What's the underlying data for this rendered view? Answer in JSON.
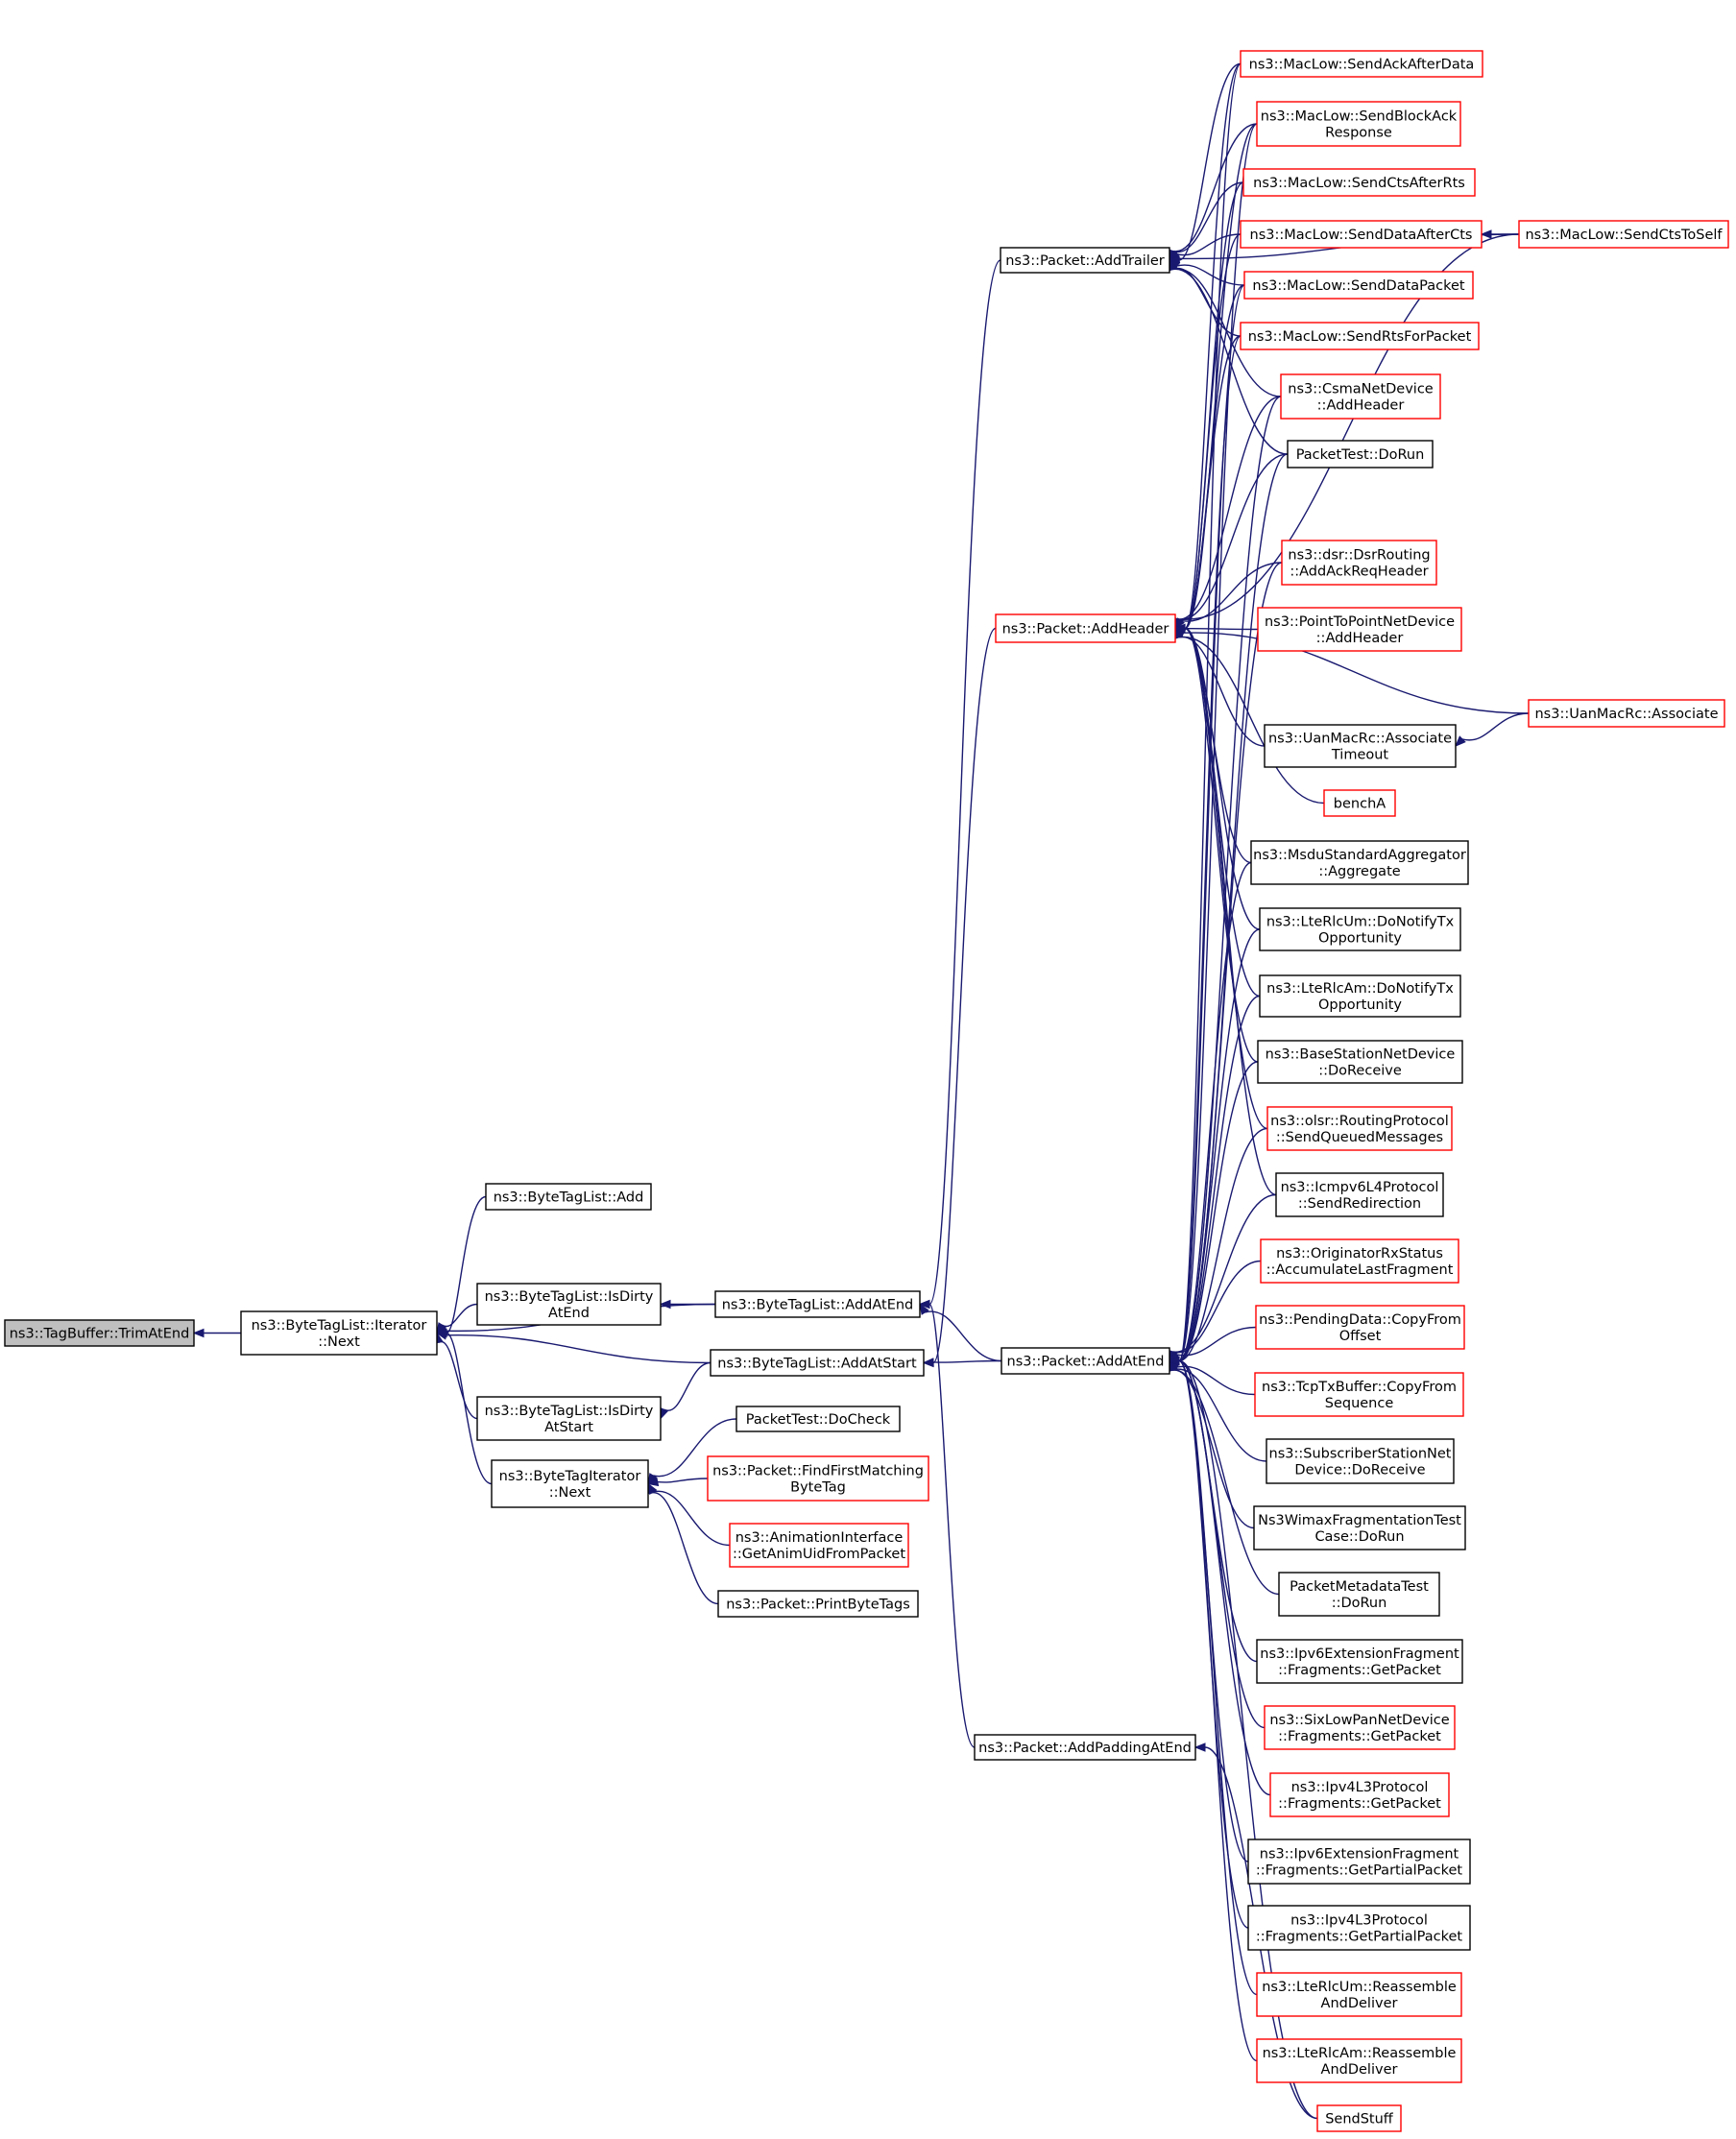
{
  "colors": {
    "edge": "#191970",
    "node_border_black": "#000000",
    "node_border_red": "#ff0000",
    "root_fill": "#bfbfbf"
  },
  "nodes": [
    {
      "id": "tagbuffer_trimatend",
      "lines": [
        "ns3::TagBuffer::TrimAtEnd"
      ],
      "border": "black",
      "root": true
    },
    {
      "id": "bytetaglist_iterator_next",
      "lines": [
        "ns3::ByteTagList::Iterator",
        "::Next"
      ],
      "border": "black"
    },
    {
      "id": "bytetaglist_add",
      "lines": [
        "ns3::ByteTagList::Add"
      ],
      "border": "black"
    },
    {
      "id": "bytetaglist_isdirtyatend",
      "lines": [
        "ns3::ByteTagList::IsDirty",
        "AtEnd"
      ],
      "border": "black"
    },
    {
      "id": "bytetaglist_isdirtyatstart",
      "lines": [
        "ns3::ByteTagList::IsDirty",
        "AtStart"
      ],
      "border": "black"
    },
    {
      "id": "bytetagiterator_next",
      "lines": [
        "ns3::ByteTagIterator",
        "::Next"
      ],
      "border": "black"
    },
    {
      "id": "bytetaglist_addatend",
      "lines": [
        "ns3::ByteTagList::AddAtEnd"
      ],
      "border": "black"
    },
    {
      "id": "bytetaglist_addatstart",
      "lines": [
        "ns3::ByteTagList::AddAtStart"
      ],
      "border": "black"
    },
    {
      "id": "packettest_docheck",
      "lines": [
        "PacketTest::DoCheck"
      ],
      "border": "black"
    },
    {
      "id": "packet_findfirstmatchingbytetag",
      "lines": [
        "ns3::Packet::FindFirstMatching",
        "ByteTag"
      ],
      "border": "red"
    },
    {
      "id": "animationinterface_getanimuid",
      "lines": [
        "ns3::AnimationInterface",
        "::GetAnimUidFromPacket"
      ],
      "border": "red"
    },
    {
      "id": "packet_printbytetags",
      "lines": [
        "ns3::Packet::PrintByteTags"
      ],
      "border": "black"
    },
    {
      "id": "packet_addtrailer",
      "lines": [
        "ns3::Packet::AddTrailer"
      ],
      "border": "black"
    },
    {
      "id": "packet_addheader",
      "lines": [
        "ns3::Packet::AddHeader"
      ],
      "border": "red"
    },
    {
      "id": "packet_addatend",
      "lines": [
        "ns3::Packet::AddAtEnd"
      ],
      "border": "black"
    },
    {
      "id": "packet_addpaddingatend",
      "lines": [
        "ns3::Packet::AddPaddingAtEnd"
      ],
      "border": "black"
    },
    {
      "id": "maclow_sendackafterdata",
      "lines": [
        "ns3::MacLow::SendAckAfterData"
      ],
      "border": "red"
    },
    {
      "id": "maclow_sendblockackresponse",
      "lines": [
        "ns3::MacLow::SendBlockAck",
        "Response"
      ],
      "border": "red"
    },
    {
      "id": "maclow_sendctsafterrts",
      "lines": [
        "ns3::MacLow::SendCtsAfterRts"
      ],
      "border": "red"
    },
    {
      "id": "maclow_senddataaftercts",
      "lines": [
        "ns3::MacLow::SendDataAfterCts"
      ],
      "border": "red"
    },
    {
      "id": "maclow_senddatapacket",
      "lines": [
        "ns3::MacLow::SendDataPacket"
      ],
      "border": "red"
    },
    {
      "id": "maclow_sendrtsforpacket",
      "lines": [
        "ns3::MacLow::SendRtsForPacket"
      ],
      "border": "red"
    },
    {
      "id": "csmanetdevice_addheader",
      "lines": [
        "ns3::CsmaNetDevice",
        "::AddHeader"
      ],
      "border": "red"
    },
    {
      "id": "packettest_dorun",
      "lines": [
        "PacketTest::DoRun"
      ],
      "border": "black"
    },
    {
      "id": "dsrrouting_addackreqheader",
      "lines": [
        "ns3::dsr::DsrRouting",
        "::AddAckReqHeader"
      ],
      "border": "red"
    },
    {
      "id": "p2pnetdevice_addheader",
      "lines": [
        "ns3::PointToPointNetDevice",
        "::AddHeader"
      ],
      "border": "red"
    },
    {
      "id": "uanmacrc_associatetimeout",
      "lines": [
        "ns3::UanMacRc::Associate",
        "Timeout"
      ],
      "border": "black"
    },
    {
      "id": "bencha",
      "lines": [
        "benchA"
      ],
      "border": "red"
    },
    {
      "id": "msdu_aggregate",
      "lines": [
        "ns3::MsduStandardAggregator",
        "::Aggregate"
      ],
      "border": "black"
    },
    {
      "id": "lterlcum_donotifytx",
      "lines": [
        "ns3::LteRlcUm::DoNotifyTx",
        "Opportunity"
      ],
      "border": "black"
    },
    {
      "id": "lterlcam_donotifytx",
      "lines": [
        "ns3::LteRlcAm::DoNotifyTx",
        "Opportunity"
      ],
      "border": "black"
    },
    {
      "id": "basestation_doreceive",
      "lines": [
        "ns3::BaseStationNetDevice",
        "::DoReceive"
      ],
      "border": "black"
    },
    {
      "id": "olsr_sendqueued",
      "lines": [
        "ns3::olsr::RoutingProtocol",
        "::SendQueuedMessages"
      ],
      "border": "red"
    },
    {
      "id": "icmpv6_sendredirection",
      "lines": [
        "ns3::Icmpv6L4Protocol",
        "::SendRedirection"
      ],
      "border": "black"
    },
    {
      "id": "originatorrx_accumulate",
      "lines": [
        "ns3::OriginatorRxStatus",
        "::AccumulateLastFragment"
      ],
      "border": "red"
    },
    {
      "id": "pendingdata_copyfromoffset",
      "lines": [
        "ns3::PendingData::CopyFrom",
        "Offset"
      ],
      "border": "red"
    },
    {
      "id": "tcptxbuffer_copyfromsequence",
      "lines": [
        "ns3::TcpTxBuffer::CopyFrom",
        "Sequence"
      ],
      "border": "red"
    },
    {
      "id": "subscriberstation_doreceive",
      "lines": [
        "ns3::SubscriberStationNet",
        "Device::DoReceive"
      ],
      "border": "black"
    },
    {
      "id": "wimaxfragtest_dorun",
      "lines": [
        "Ns3WimaxFragmentationTest",
        "Case::DoRun"
      ],
      "border": "black"
    },
    {
      "id": "packetmetadatatest_dorun",
      "lines": [
        "PacketMetadataTest",
        "::DoRun"
      ],
      "border": "black"
    },
    {
      "id": "ipv6extfrag_getpacket",
      "lines": [
        "ns3::Ipv6ExtensionFragment",
        "::Fragments::GetPacket"
      ],
      "border": "black"
    },
    {
      "id": "sixlowpan_getpacket",
      "lines": [
        "ns3::SixLowPanNetDevice",
        "::Fragments::GetPacket"
      ],
      "border": "red"
    },
    {
      "id": "ipv4l3_getpacket",
      "lines": [
        "ns3::Ipv4L3Protocol",
        "::Fragments::GetPacket"
      ],
      "border": "red"
    },
    {
      "id": "ipv6extfrag_getpartialpacket",
      "lines": [
        "ns3::Ipv6ExtensionFragment",
        "::Fragments::GetPartialPacket"
      ],
      "border": "black"
    },
    {
      "id": "ipv4l3_getpartialpacket",
      "lines": [
        "ns3::Ipv4L3Protocol",
        "::Fragments::GetPartialPacket"
      ],
      "border": "black"
    },
    {
      "id": "lterlcum_reassemble",
      "lines": [
        "ns3::LteRlcUm::Reassemble",
        "AndDeliver"
      ],
      "border": "red"
    },
    {
      "id": "lterlcam_reassemble",
      "lines": [
        "ns3::LteRlcAm::Reassemble",
        "AndDeliver"
      ],
      "border": "red"
    },
    {
      "id": "sendstuff",
      "lines": [
        "SendStuff"
      ],
      "border": "red"
    },
    {
      "id": "maclow_sendctstoself",
      "lines": [
        "ns3::MacLow::SendCtsToSelf"
      ],
      "border": "red"
    },
    {
      "id": "uanmacrc_associate",
      "lines": [
        "ns3::UanMacRc::Associate"
      ],
      "border": "red"
    }
  ],
  "edges": [
    [
      "bytetaglist_iterator_next",
      "tagbuffer_trimatend"
    ],
    [
      "bytetaglist_add",
      "bytetaglist_iterator_next"
    ],
    [
      "bytetaglist_isdirtyatend",
      "bytetaglist_iterator_next"
    ],
    [
      "bytetaglist_isdirtyatstart",
      "bytetaglist_iterator_next"
    ],
    [
      "bytetagiterator_next",
      "bytetaglist_iterator_next"
    ],
    [
      "bytetaglist_addatend",
      "bytetaglist_iterator_next"
    ],
    [
      "bytetaglist_addatstart",
      "bytetaglist_iterator_next"
    ],
    [
      "bytetaglist_addatend",
      "bytetaglist_isdirtyatend"
    ],
    [
      "bytetaglist_addatstart",
      "bytetaglist_isdirtyatstart"
    ],
    [
      "packettest_docheck",
      "bytetagiterator_next"
    ],
    [
      "packet_findfirstmatchingbytetag",
      "bytetagiterator_next"
    ],
    [
      "animationinterface_getanimuid",
      "bytetagiterator_next"
    ],
    [
      "packet_printbytetags",
      "bytetagiterator_next"
    ],
    [
      "packet_addtrailer",
      "bytetaglist_addatend"
    ],
    [
      "packet_addheader",
      "bytetaglist_addatstart"
    ],
    [
      "packet_addatend",
      "bytetaglist_addatend"
    ],
    [
      "packet_addatend",
      "bytetaglist_addatstart"
    ],
    [
      "packet_addpaddingatend",
      "bytetaglist_addatend"
    ],
    [
      "maclow_sendackafterdata",
      "packet_addtrailer"
    ],
    [
      "maclow_sendblockackresponse",
      "packet_addtrailer"
    ],
    [
      "maclow_sendctsafterrts",
      "packet_addtrailer"
    ],
    [
      "maclow_senddataaftercts",
      "packet_addtrailer"
    ],
    [
      "maclow_senddatapacket",
      "packet_addtrailer"
    ],
    [
      "maclow_sendrtsforpacket",
      "packet_addtrailer"
    ],
    [
      "csmanetdevice_addheader",
      "packet_addtrailer"
    ],
    [
      "packettest_dorun",
      "packet_addtrailer"
    ],
    [
      "maclow_sendctstoself",
      "packet_addtrailer"
    ],
    [
      "maclow_sendctstoself",
      "maclow_senddataaftercts"
    ],
    [
      "maclow_sendackafterdata",
      "packet_addheader"
    ],
    [
      "maclow_sendblockackresponse",
      "packet_addheader"
    ],
    [
      "maclow_sendctsafterrts",
      "packet_addheader"
    ],
    [
      "maclow_senddataaftercts",
      "packet_addheader"
    ],
    [
      "maclow_senddatapacket",
      "packet_addheader"
    ],
    [
      "maclow_sendrtsforpacket",
      "packet_addheader"
    ],
    [
      "csmanetdevice_addheader",
      "packet_addheader"
    ],
    [
      "packettest_dorun",
      "packet_addheader"
    ],
    [
      "maclow_sendctstoself",
      "packet_addheader"
    ],
    [
      "dsrrouting_addackreqheader",
      "packet_addheader"
    ],
    [
      "p2pnetdevice_addheader",
      "packet_addheader"
    ],
    [
      "uanmacrc_associate",
      "packet_addheader"
    ],
    [
      "uanmacrc_associatetimeout",
      "packet_addheader"
    ],
    [
      "uanmacrc_associate",
      "uanmacrc_associatetimeout"
    ],
    [
      "bencha",
      "packet_addheader"
    ],
    [
      "msdu_aggregate",
      "packet_addheader"
    ],
    [
      "lterlcum_donotifytx",
      "packet_addheader"
    ],
    [
      "lterlcam_donotifytx",
      "packet_addheader"
    ],
    [
      "basestation_doreceive",
      "packet_addheader"
    ],
    [
      "olsr_sendqueued",
      "packet_addheader"
    ],
    [
      "icmpv6_sendredirection",
      "packet_addheader"
    ],
    [
      "maclow_sendackafterdata",
      "packet_addatend"
    ],
    [
      "maclow_sendblockackresponse",
      "packet_addatend"
    ],
    [
      "maclow_senddatapacket",
      "packet_addatend"
    ],
    [
      "maclow_sendrtsforpacket",
      "packet_addatend"
    ],
    [
      "csmanetdevice_addheader",
      "packet_addatend"
    ],
    [
      "packettest_dorun",
      "packet_addatend"
    ],
    [
      "dsrrouting_addackreqheader",
      "packet_addatend"
    ],
    [
      "msdu_aggregate",
      "packet_addatend"
    ],
    [
      "lterlcum_donotifytx",
      "packet_addatend"
    ],
    [
      "lterlcam_donotifytx",
      "packet_addatend"
    ],
    [
      "basestation_doreceive",
      "packet_addatend"
    ],
    [
      "olsr_sendqueued",
      "packet_addatend"
    ],
    [
      "icmpv6_sendredirection",
      "packet_addatend"
    ],
    [
      "originatorrx_accumulate",
      "packet_addatend"
    ],
    [
      "pendingdata_copyfromoffset",
      "packet_addatend"
    ],
    [
      "tcptxbuffer_copyfromsequence",
      "packet_addatend"
    ],
    [
      "subscriberstation_doreceive",
      "packet_addatend"
    ],
    [
      "wimaxfragtest_dorun",
      "packet_addatend"
    ],
    [
      "packetmetadatatest_dorun",
      "packet_addatend"
    ],
    [
      "ipv6extfrag_getpacket",
      "packet_addatend"
    ],
    [
      "sixlowpan_getpacket",
      "packet_addatend"
    ],
    [
      "ipv4l3_getpacket",
      "packet_addatend"
    ],
    [
      "ipv6extfrag_getpartialpacket",
      "packet_addatend"
    ],
    [
      "ipv4l3_getpartialpacket",
      "packet_addatend"
    ],
    [
      "lterlcum_reassemble",
      "packet_addatend"
    ],
    [
      "lterlcam_reassemble",
      "packet_addatend"
    ],
    [
      "sendstuff",
      "packet_addatend"
    ],
    [
      "sendstuff",
      "packet_addpaddingatend"
    ]
  ]
}
